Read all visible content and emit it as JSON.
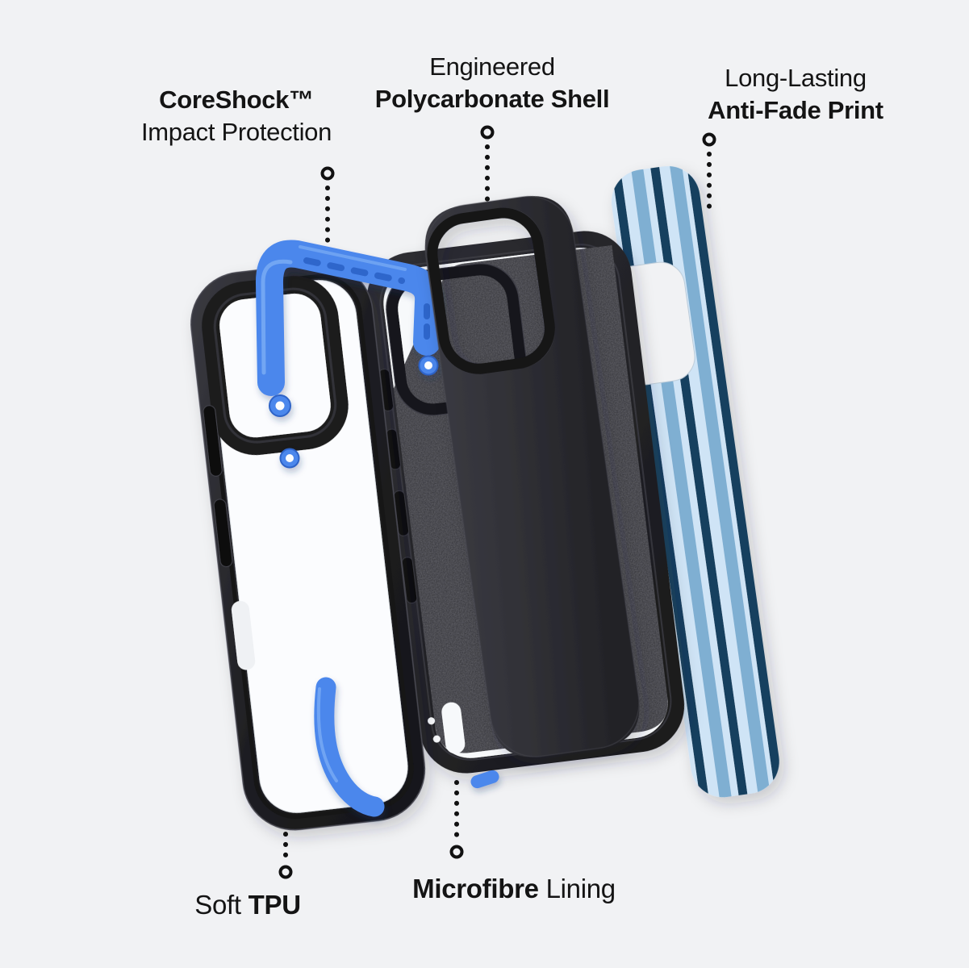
{
  "labels": {
    "coreshock": {
      "line1": "CoreShock™",
      "line2": "Impact Protection"
    },
    "polycarbonate": {
      "line1": "Engineered",
      "line2": "Polycarbonate Shell"
    },
    "antifade": {
      "line1": "Long-Lasting",
      "line2": "Anti-Fade Print"
    },
    "soft_tpu": {
      "regular": "Soft",
      "bold": "TPU"
    },
    "microfibre": {
      "bold": "Microfibre",
      "regular": "Lining"
    }
  },
  "colors": {
    "background": "#f1f2f4",
    "text": "#141414",
    "leader": "#111111",
    "accent_blue": "#4b87ec",
    "accent_blue_dark": "#2d63c8",
    "accent_blue_light": "#7fb0f6",
    "case_black": "#222226",
    "clear_back": "#fbfcfe",
    "microfibre_base": "#2e2e33",
    "stripe_light": "#cfe4f6",
    "stripe_medium": "#7fafd2",
    "stripe_navy": "#16405f"
  }
}
